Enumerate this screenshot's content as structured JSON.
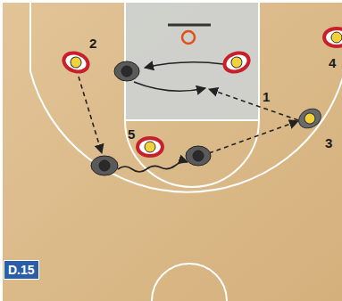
{
  "diagram": {
    "nodes": [
      {
        "text": [
          "2"
        ]
      },
      {
        "text": [
          "1"
        ]
      },
      {
        "text": [
          "4"
        ]
      },
      {
        "text": [
          "3"
        ]
      },
      {
        "text": [
          "5"
        ]
      }
    ],
    "labels": [
      "D.15"
    ]
  }
}
